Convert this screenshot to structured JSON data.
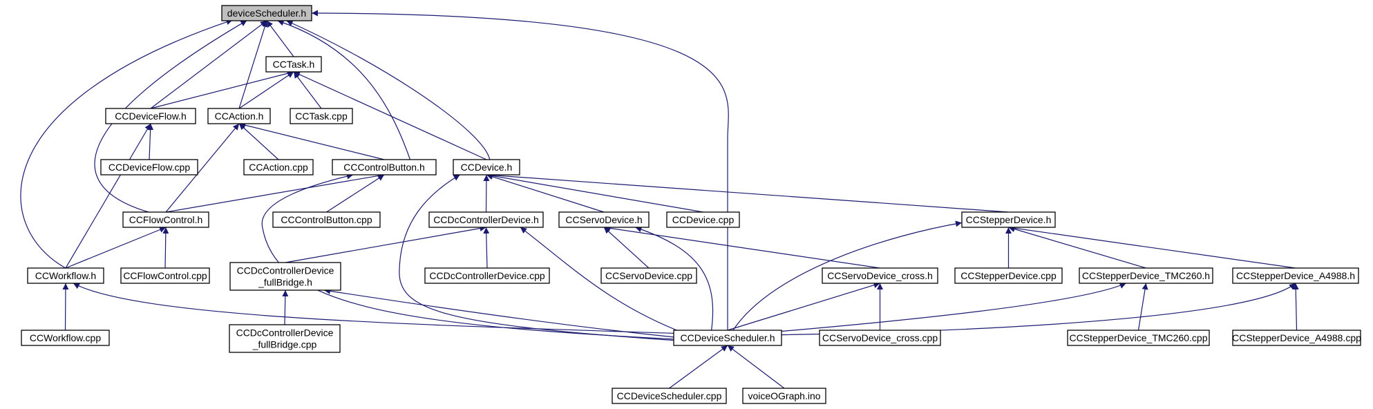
{
  "nodes": [
    {
      "id": "n0",
      "label": "deviceScheduler.h",
      "root": true
    },
    {
      "id": "n1",
      "label": "CCTask.h"
    },
    {
      "id": "n2",
      "label": "CCDeviceFlow.h"
    },
    {
      "id": "n3",
      "label": "CCAction.h"
    },
    {
      "id": "n4",
      "label": "CCTask.cpp"
    },
    {
      "id": "n5",
      "label": "CCDeviceFlow.cpp"
    },
    {
      "id": "n6",
      "label": "CCAction.cpp"
    },
    {
      "id": "n7",
      "label": "CCControlButton.h"
    },
    {
      "id": "n8",
      "label": "CCDevice.h"
    },
    {
      "id": "n9",
      "label": "CCFlowControl.h"
    },
    {
      "id": "n10",
      "label": "CCControlButton.cpp"
    },
    {
      "id": "n11",
      "label": "CCDcControllerDevice.h"
    },
    {
      "id": "n12",
      "label": "CCServoDevice.h"
    },
    {
      "id": "n13",
      "label": "CCDevice.cpp"
    },
    {
      "id": "n14",
      "label": "CCStepperDevice.h"
    },
    {
      "id": "n15",
      "label": "CCWorkflow.h"
    },
    {
      "id": "n16",
      "label": "CCFlowControl.cpp"
    },
    {
      "id": "n17",
      "label": "CCDcControllerDevice_fullBridge.h",
      "lines": [
        "CCDcControllerDevice",
        "_fullBridge.h"
      ]
    },
    {
      "id": "n18",
      "label": "CCDcControllerDevice.cpp"
    },
    {
      "id": "n19",
      "label": "CCServoDevice.cpp"
    },
    {
      "id": "n20",
      "label": "CCServoDevice_cross.h"
    },
    {
      "id": "n21",
      "label": "CCStepperDevice.cpp"
    },
    {
      "id": "n22",
      "label": "CCStepperDevice_TMC260.h"
    },
    {
      "id": "n23",
      "label": "CCStepperDevice_A4988.h"
    },
    {
      "id": "n24",
      "label": "CCWorkflow.cpp"
    },
    {
      "id": "n25",
      "label": "CCDcControllerDevice_fullBridge.cpp",
      "lines": [
        "CCDcControllerDevice",
        "_fullBridge.cpp"
      ]
    },
    {
      "id": "n26",
      "label": "CCDeviceScheduler.h"
    },
    {
      "id": "n27",
      "label": "CCServoDevice_cross.cpp"
    },
    {
      "id": "n28",
      "label": "CCStepperDevice_TMC260.cpp"
    },
    {
      "id": "n29",
      "label": "CCStepperDevice_A4988.cpp"
    },
    {
      "id": "n30",
      "label": "CCDeviceScheduler.cpp"
    },
    {
      "id": "n31",
      "label": "voiceOGraph.ino"
    }
  ],
  "edges": [
    {
      "from": "n1",
      "to": "n0"
    },
    {
      "from": "n2",
      "to": "n0"
    },
    {
      "from": "n3",
      "to": "n0"
    },
    {
      "from": "n7",
      "to": "n0"
    },
    {
      "from": "n8",
      "to": "n0"
    },
    {
      "from": "n9",
      "to": "n0"
    },
    {
      "from": "n15",
      "to": "n0"
    },
    {
      "from": "n26",
      "to": "n0"
    },
    {
      "from": "n2",
      "to": "n1"
    },
    {
      "from": "n3",
      "to": "n1"
    },
    {
      "from": "n4",
      "to": "n1"
    },
    {
      "from": "n8",
      "to": "n1"
    },
    {
      "from": "n5",
      "to": "n2"
    },
    {
      "from": "n15",
      "to": "n2"
    },
    {
      "from": "n6",
      "to": "n3"
    },
    {
      "from": "n7",
      "to": "n3"
    },
    {
      "from": "n9",
      "to": "n3"
    },
    {
      "from": "n9",
      "to": "n7"
    },
    {
      "from": "n10",
      "to": "n7"
    },
    {
      "from": "n26",
      "to": "n7"
    },
    {
      "from": "n11",
      "to": "n8"
    },
    {
      "from": "n12",
      "to": "n8"
    },
    {
      "from": "n13",
      "to": "n8"
    },
    {
      "from": "n14",
      "to": "n8"
    },
    {
      "from": "n26",
      "to": "n8"
    },
    {
      "from": "n15",
      "to": "n9"
    },
    {
      "from": "n16",
      "to": "n9"
    },
    {
      "from": "n17",
      "to": "n11"
    },
    {
      "from": "n18",
      "to": "n11"
    },
    {
      "from": "n26",
      "to": "n11"
    },
    {
      "from": "n19",
      "to": "n12"
    },
    {
      "from": "n20",
      "to": "n12"
    },
    {
      "from": "n26",
      "to": "n12"
    },
    {
      "from": "n21",
      "to": "n14"
    },
    {
      "from": "n22",
      "to": "n14"
    },
    {
      "from": "n23",
      "to": "n14"
    },
    {
      "from": "n26",
      "to": "n14"
    },
    {
      "from": "n24",
      "to": "n15"
    },
    {
      "from": "n26",
      "to": "n15"
    },
    {
      "from": "n25",
      "to": "n17"
    },
    {
      "from": "n26",
      "to": "n17"
    },
    {
      "from": "n26",
      "to": "n20"
    },
    {
      "from": "n27",
      "to": "n20"
    },
    {
      "from": "n26",
      "to": "n22"
    },
    {
      "from": "n28",
      "to": "n22"
    },
    {
      "from": "n26",
      "to": "n23"
    },
    {
      "from": "n29",
      "to": "n23"
    },
    {
      "from": "n30",
      "to": "n26"
    },
    {
      "from": "n31",
      "to": "n26"
    }
  ],
  "colors": {
    "edge": "#191970",
    "root_fill": "#bfbfbf",
    "node_fill": "#ffffff",
    "node_border": "#000000"
  }
}
